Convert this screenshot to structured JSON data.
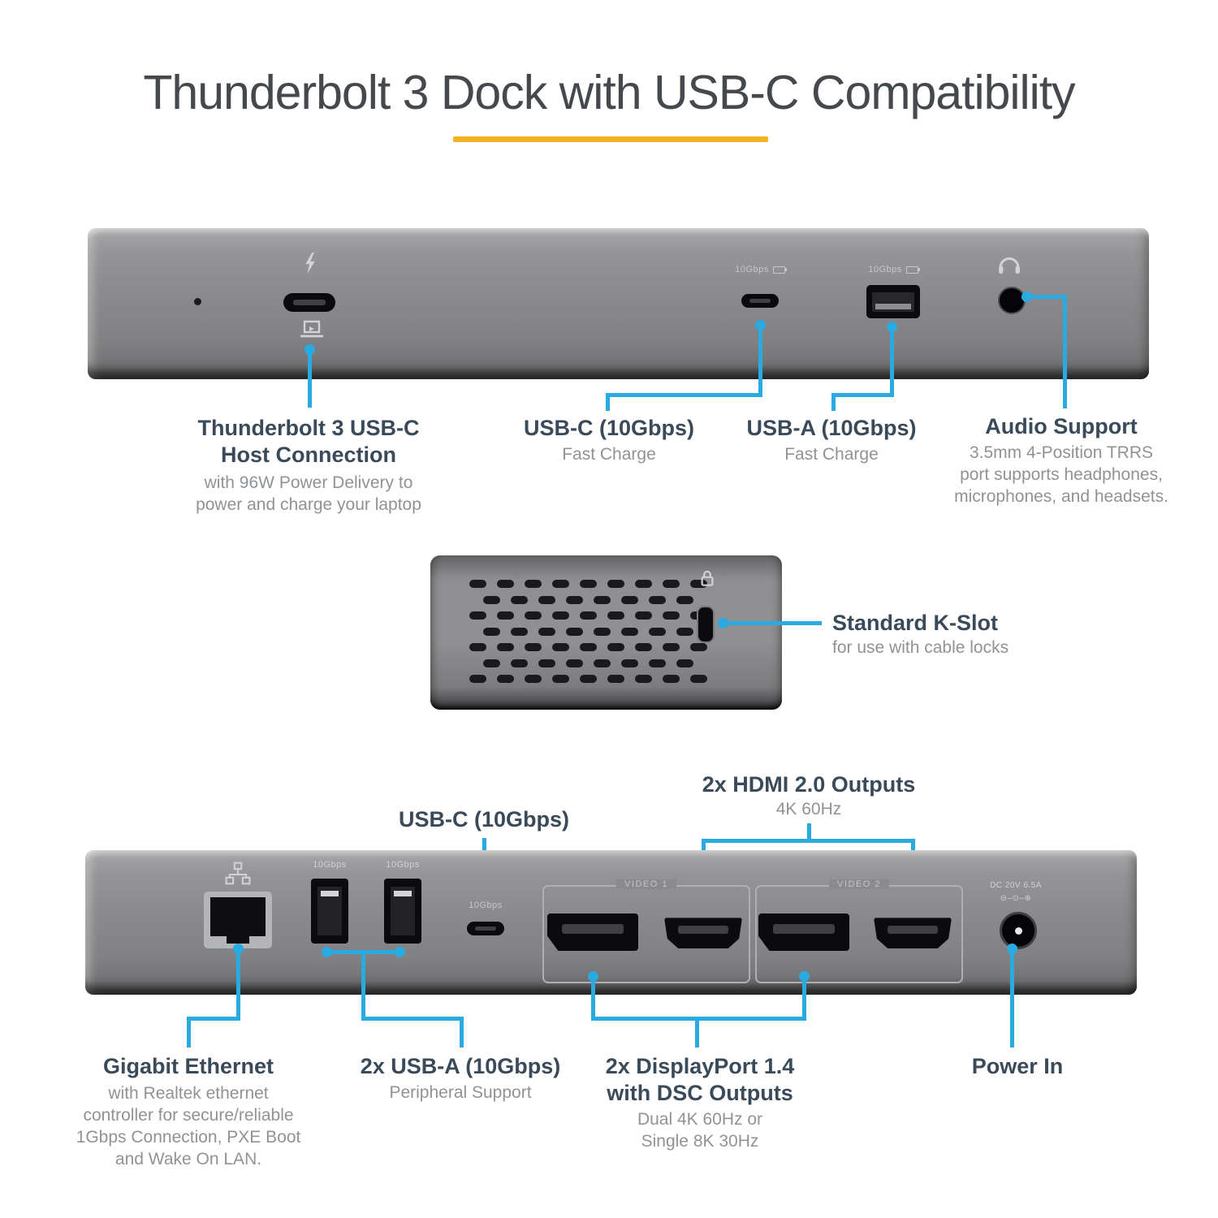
{
  "title": "Thunderbolt 3 Dock with USB-C Compatibility",
  "colors": {
    "accent_blue": "#29ABE2",
    "underline_gold": "#F4B223",
    "heading_text": "#3A4A59",
    "subtext_gray": "#8F9396"
  },
  "back_panel": {
    "usbc_port_label": "10Gbps",
    "usba_port_label": "10Gbps",
    "thunderbolt": {
      "t1": "Thunderbolt 3 USB-C",
      "t2": "Host Connection",
      "s1": "with 96W Power Delivery to",
      "s2": "power and charge your laptop"
    },
    "usbc": {
      "t1": "USB-C (10Gbps)",
      "s1": "Fast Charge"
    },
    "usba": {
      "t1": "USB-A (10Gbps)",
      "s1": "Fast Charge"
    },
    "audio": {
      "t1": "Audio Support",
      "s1": "3.5mm 4-Position TRRS",
      "s2": "port supports headphones,",
      "s3": "microphones, and headsets."
    }
  },
  "side_panel": {
    "kslot": {
      "t1": "Standard K-Slot",
      "s1": "for use with cable locks"
    }
  },
  "front_panel": {
    "usba1_port_label": "10Gbps",
    "usba2_port_label": "10Gbps",
    "usbc_port_label": "10Gbps",
    "video1_label": "VIDEO 1",
    "video2_label": "VIDEO 2",
    "power_port_label": "DC 20V 6.5A",
    "power_polarity": "⊖–⊙–⊕",
    "usbc_top": {
      "t1": "USB-C (10Gbps)"
    },
    "hdmi": {
      "t1": "2x HDMI 2.0 Outputs",
      "s1": "4K 60Hz"
    },
    "ethernet": {
      "t1": "Gigabit Ethernet",
      "s1": "with Realtek ethernet",
      "s2": "controller for secure/reliable",
      "s3": "1Gbps Connection, PXE Boot",
      "s4": "and Wake On LAN."
    },
    "usba_bottom": {
      "t1": "2x USB-A (10Gbps)",
      "s1": "Peripheral Support"
    },
    "dp": {
      "t1": "2x DisplayPort 1.4",
      "t2": "with DSC Outputs",
      "s1": "Dual 4K 60Hz or",
      "s2": "Single 8K 30Hz"
    },
    "power": {
      "t1": "Power In"
    }
  }
}
